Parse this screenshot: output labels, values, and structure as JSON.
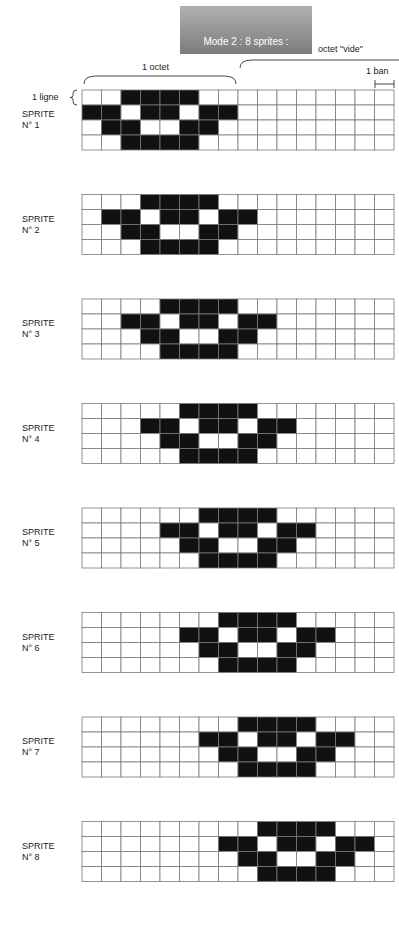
{
  "diagram": {
    "nodes": [
      {
        "text": [
          "Mode 2 : 8 sprites :"
        ]
      }
    ],
    "labels": [
      "1 octet",
      "octet \"vide\"",
      "1 ban",
      "1 ligne",
      "SPRITE N° 1",
      "SPRITE N° 2",
      "SPRITE N° 3",
      "SPRITE N° 4",
      "SPRITE N° 5",
      "SPRITE N° 6",
      "SPRITE N° 7",
      "SPRITE N° 8"
    ]
  }
}
